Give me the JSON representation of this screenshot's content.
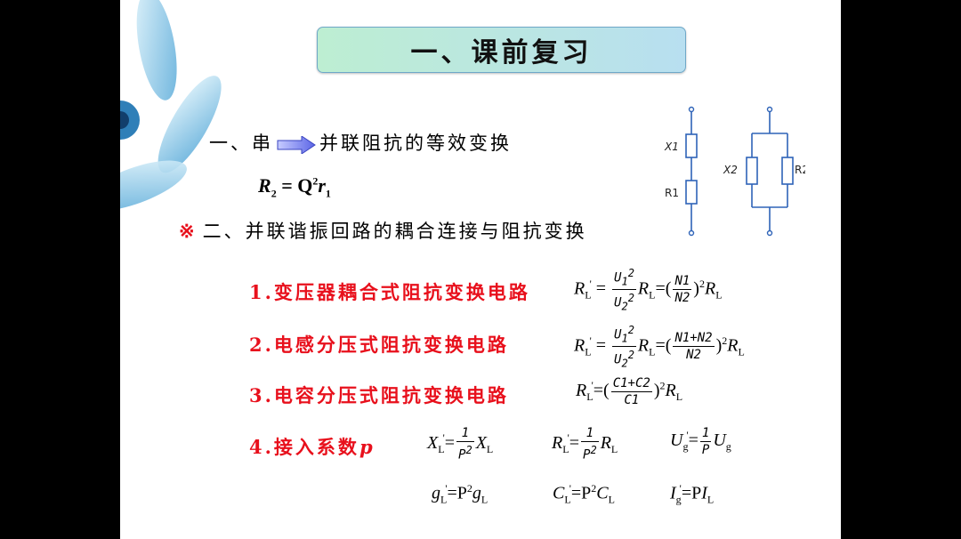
{
  "title": "一、课前复习",
  "section1": {
    "prefix": "一、串",
    "suffix": "并联阻抗的等效变换"
  },
  "formula1": {
    "lhs": "R",
    "lhs_sub": "2",
    "eq": " = Q",
    "sq": "2",
    "var": "r",
    "var_sub": "1"
  },
  "section2": {
    "mark": "※",
    "text": "二、并联谐振回路的耦合连接与阻抗变换"
  },
  "items": [
    {
      "label": "1.变压器耦合式阻抗变换电路"
    },
    {
      "label": "2.电感分压式阻抗变换电路"
    },
    {
      "label": "3.电容分压式阻抗变换电路"
    },
    {
      "label": "4.接入系数",
      "var": "p"
    }
  ],
  "eq1": {
    "u1": "U",
    "u1_sub": "1",
    "u1_sup": "2",
    "u2": "U",
    "u2_sub": "2",
    "u2_sup": "2",
    "num": "N1",
    "den": "N2"
  },
  "eq2": {
    "u1": "U",
    "u1_sub": "1",
    "u1_sup": "2",
    "u2": "U",
    "u2_sub": "2",
    "u2_sup": "2",
    "num": "N1+N2",
    "den": "N2"
  },
  "eq3": {
    "num": "C1+C2",
    "den": "C1"
  },
  "eq4": {
    "one": "1",
    "p2": "P",
    "p2_sup": "2",
    "p": "P",
    "g_eq": "=P",
    "g_sup": "2",
    "i_eq": "=P"
  },
  "sym": {
    "R": "R",
    "L": "L",
    "X": "X",
    "U": "U",
    "g": "g",
    "C": "C",
    "I": "I",
    "eq": "=",
    "eqs": " = ",
    "lp": "=(",
    "rp": ")",
    "sq": "2",
    "prime": "'"
  },
  "circuit": {
    "x1": "X1",
    "r1": "R1",
    "x2": "X2",
    "r2": "R2"
  }
}
